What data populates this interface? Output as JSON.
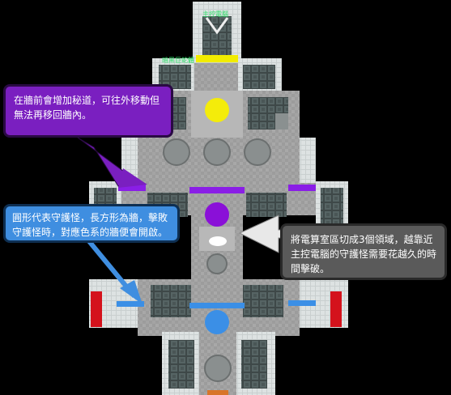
{
  "map": {
    "label_top": "主控電腦",
    "label_room": "暗黑巨蛇體",
    "colors": {
      "wall_yellow": "#f2ec00",
      "wall_purple": "#8a1ee6",
      "wall_blue": "#3b8fe6",
      "wall_red": "#d4121c",
      "guardian_yellow": "#f4ec0a",
      "guardian_purple": "#8a10d8",
      "guardian_blue": "#3b8fe6",
      "label_green": "#2fe06a"
    }
  },
  "callouts": {
    "secret_passage": "在牆前會增加秘道，可往外移動但無法再移回牆內。",
    "legend": "圓形代表守護怪，長方形為牆，擊敗守護怪時，對應色系的牆便會開啟。",
    "zones": "將電算室區切成3個領域，越靠近主控電腦的守護怪需要花越久的時間擊破。"
  }
}
